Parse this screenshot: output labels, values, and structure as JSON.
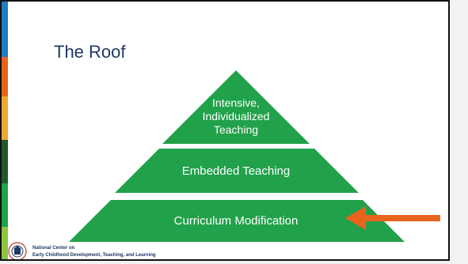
{
  "slide": {
    "title": "The Roof",
    "tiers": [
      {
        "lines": [
          "Intensive,",
          "Individualized",
          "Teaching"
        ]
      },
      {
        "label": "Embedded Teaching"
      },
      {
        "label": "Curriculum Modification"
      }
    ],
    "arrow_color": "#e8641c",
    "pyramid_color": "#21a14a"
  },
  "footer": {
    "org_line1": "National Center on",
    "org_line2": "Early Childhood Development, Teaching, and Learning",
    "logo_icon": "office-of-head-start-seal-icon"
  },
  "colors": {
    "edge_bar": [
      "#1b7ec1",
      "#e8641c",
      "#f0a830",
      "#1f5a2a",
      "#21a14a",
      "#8dc63f"
    ]
  }
}
